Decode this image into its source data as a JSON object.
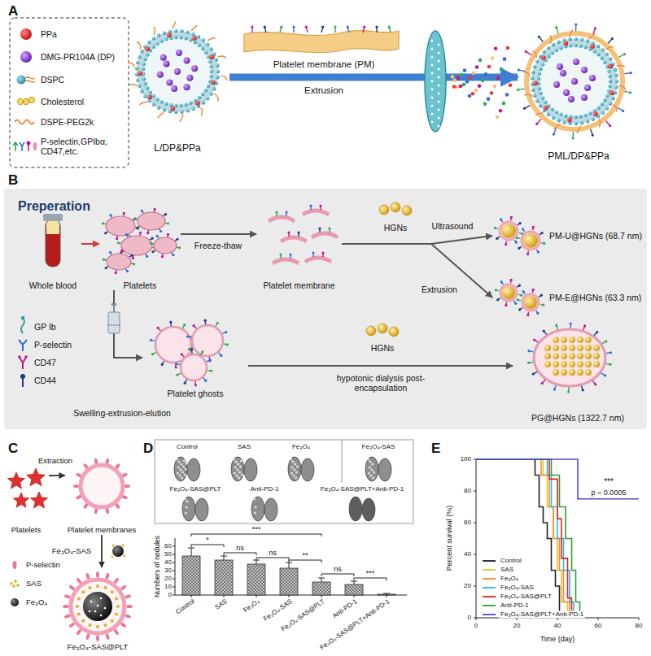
{
  "diagram": {
    "nodes": [
      {
        "text": [
          "L/DP&PPa"
        ]
      },
      {
        "text": [
          "PML/DP&PPa"
        ]
      },
      {
        "text": [
          "Whole blood"
        ]
      },
      {
        "text": [
          "Platelets"
        ]
      },
      {
        "text": [
          "Platelet membrane"
        ]
      },
      {
        "text": [
          "PM-U@HGNs (68.7 nm)"
        ]
      },
      {
        "text": [
          "PM-E@HGNs (63.3 nm)"
        ]
      },
      {
        "text": [
          "Platelet ghosts"
        ]
      },
      {
        "text": [
          "PG@HGNs (1322.7 nm)"
        ]
      },
      {
        "text": [
          "Platelets"
        ]
      },
      {
        "text": [
          "Platelet membranes"
        ]
      },
      {
        "text": [
          "Fe₃O₄-SAS@PLT"
        ]
      }
    ],
    "edges": [
      {
        "from": 0,
        "to": 1,
        "arrow": "to",
        "label": "Extrusion"
      },
      {
        "from": 2,
        "to": 3,
        "arrow": "to"
      },
      {
        "from": 3,
        "to": 4,
        "arrow": "to",
        "label": "Freeze-thaw"
      },
      {
        "from": 4,
        "to": 5,
        "arrow": "to",
        "label": "Ultrasound"
      },
      {
        "from": 4,
        "to": 6,
        "arrow": "to",
        "label": "Extrusion"
      },
      {
        "from": 3,
        "to": 7,
        "arrow": "to",
        "label": "Swelling-extrusion-elution"
      },
      {
        "from": 7,
        "to": 8,
        "arrow": "to",
        "label": "hypotonic dialysis post-encapsulation"
      },
      {
        "from": 9,
        "to": 10,
        "arrow": "to",
        "label": "Extraction"
      },
      {
        "from": 10,
        "to": 11,
        "arrow": "to",
        "label": "Fe₃O₄-SAS"
      }
    ],
    "labels": [
      "A",
      "Platelet membrane (PM)",
      "B",
      "Preperation",
      "HGNs",
      "HGNs",
      "C",
      "D",
      "Control",
      "SAS",
      "Fe₃O₄",
      "Fe₃O₄-SAS",
      "Fe₃O₄-SAS@PLT",
      "Anti-PD-1",
      "Fe₃O₄-SAS@PLT+Anti-PD-1",
      "Numbers of nodules",
      "0",
      "10",
      "20",
      "30",
      "40",
      "50",
      "60",
      "Control",
      "SAS",
      "Fe₃O₄",
      "Fe₃O₄-SAS",
      "Fe₃O₄-SAS@PLT",
      "Anti-PD-1",
      "Fe₃O₄-SAS@PLT+Anti-PD-1",
      "*",
      "***",
      "ns",
      "ns",
      "**",
      "ns",
      "***",
      "E",
      "Percent survival (%)",
      "0",
      "20",
      "40",
      "60",
      "80",
      "100",
      "0",
      "20",
      "40",
      "60",
      "80",
      "Time (day)",
      "***",
      "p = 0.0005"
    ],
    "legend": [
      {
        "text": "PPa"
      },
      {
        "text": "DMG-PR104A (DP)"
      },
      {
        "text": "DSPC"
      },
      {
        "text": "Cholesterol"
      },
      {
        "text": "DSPE-PEG2k"
      },
      {
        "text": "P-selectin,GPIbα, CD47,etc."
      },
      {
        "text": "GP Ib"
      },
      {
        "text": "P-selectin"
      },
      {
        "text": "CD47"
      },
      {
        "text": "CD44"
      },
      {
        "text": "P-selectin"
      },
      {
        "text": "SAS"
      },
      {
        "text": "Fe₃O₄"
      },
      {
        "text": "Control"
      },
      {
        "text": "SAS"
      },
      {
        "text": "Fe₃O₄"
      },
      {
        "text": "Fe₃O₄-SAS"
      },
      {
        "text": "Fe₃O₄-SAS@PLT"
      },
      {
        "text": "Anti-PD-1"
      },
      {
        "text": "Fe₃O₄-SAS@PLT+Anti-PD-1"
      }
    ]
  }
}
